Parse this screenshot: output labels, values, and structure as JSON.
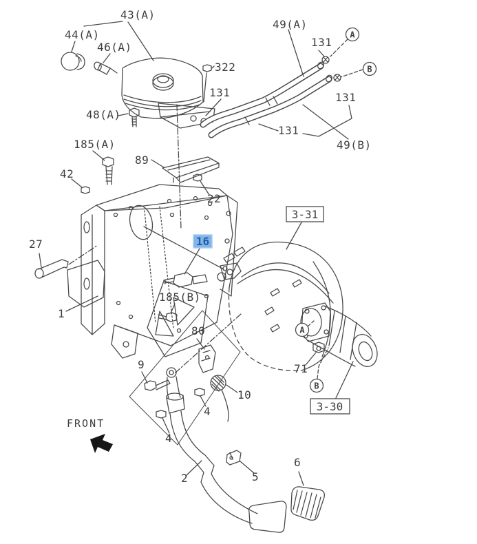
{
  "diagram": {
    "description": "Exploded parts diagram: brake pedal bracket, fluid reservoir, hoses, brake booster and master cylinder",
    "line_color": "#4a4a4a",
    "text_color": "#3d3d3d",
    "highlight": {
      "bg": "#85b4e6",
      "fg": "#1d5fae"
    },
    "labels": {
      "l43a": {
        "text": "43(A)"
      },
      "l44a": {
        "text": "44(A)"
      },
      "l46a": {
        "text": "46(A)"
      },
      "l49a": {
        "text": "49(A)"
      },
      "l49b": {
        "text": "49(B)"
      },
      "l131top": {
        "text": "131"
      },
      "l131left": {
        "text": "131"
      },
      "l131right": {
        "text": "131"
      },
      "l131bottom": {
        "text": "131"
      },
      "l322": {
        "text": "322"
      },
      "l48a": {
        "text": "48(A)"
      },
      "l185a": {
        "text": "185(A)"
      },
      "l185b": {
        "text": "185(B)"
      },
      "l89": {
        "text": "89"
      },
      "l42": {
        "text": "42"
      },
      "l22": {
        "text": "22"
      },
      "l27": {
        "text": "27"
      },
      "l16": {
        "text": "16"
      },
      "l1": {
        "text": "1"
      },
      "l80": {
        "text": "80"
      },
      "l9": {
        "text": "9"
      },
      "l10": {
        "text": "10"
      },
      "l4a": {
        "text": "4"
      },
      "l4b": {
        "text": "4"
      },
      "l71": {
        "text": "71"
      },
      "l2": {
        "text": "2"
      },
      "l5": {
        "text": "5"
      },
      "l6": {
        "text": "6"
      }
    },
    "ref_boxes": {
      "b331": {
        "text": "3-31"
      },
      "b330": {
        "text": "3-30"
      }
    },
    "view_markers": {
      "a_top": {
        "text": "A"
      },
      "b_top": {
        "text": "B"
      },
      "a_booster": {
        "text": "A"
      },
      "b_booster": {
        "text": "B"
      }
    },
    "front_marker": {
      "text": "FRONT"
    }
  }
}
